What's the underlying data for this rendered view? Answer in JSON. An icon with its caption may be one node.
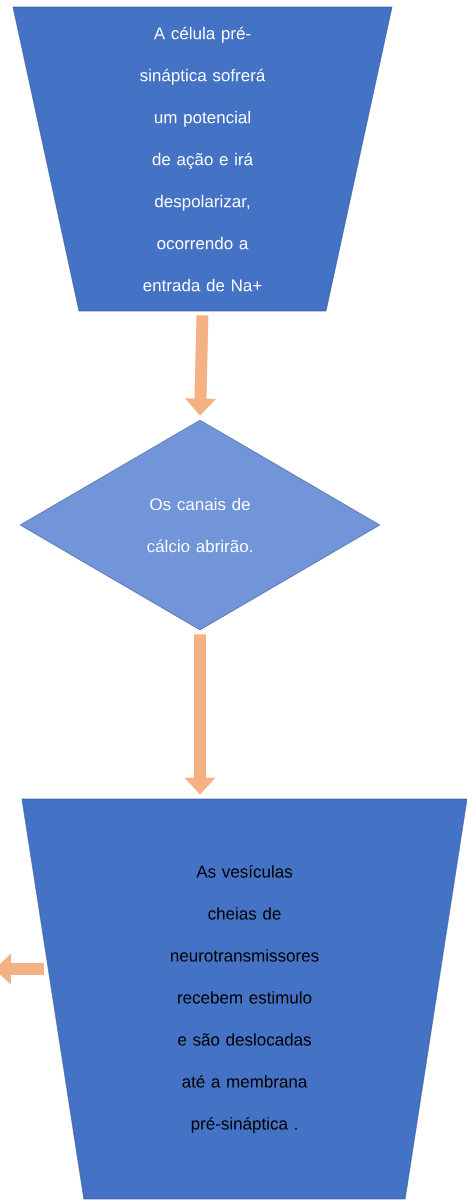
{
  "diagram": {
    "nodes": [
      {
        "text": [
          "A célula pré-sináptica sofrerá um potencial de ação e irá despolarizar, ocorrendo a entrada de Na+"
        ]
      },
      {
        "text": [
          "Os canais de cálcio abrirão."
        ]
      },
      {
        "text": [
          "As vesículas cheias de neurotransmissores recebem estimulo e são deslocadas até a membrana pré-sináptica ."
        ]
      }
    ],
    "edges": [
      {
        "from": 0,
        "to": 1,
        "arrow": "to"
      },
      {
        "from": 1,
        "to": 2,
        "arrow": "to"
      },
      {
        "from": 2,
        "to": null,
        "arrow": "to"
      }
    ]
  }
}
